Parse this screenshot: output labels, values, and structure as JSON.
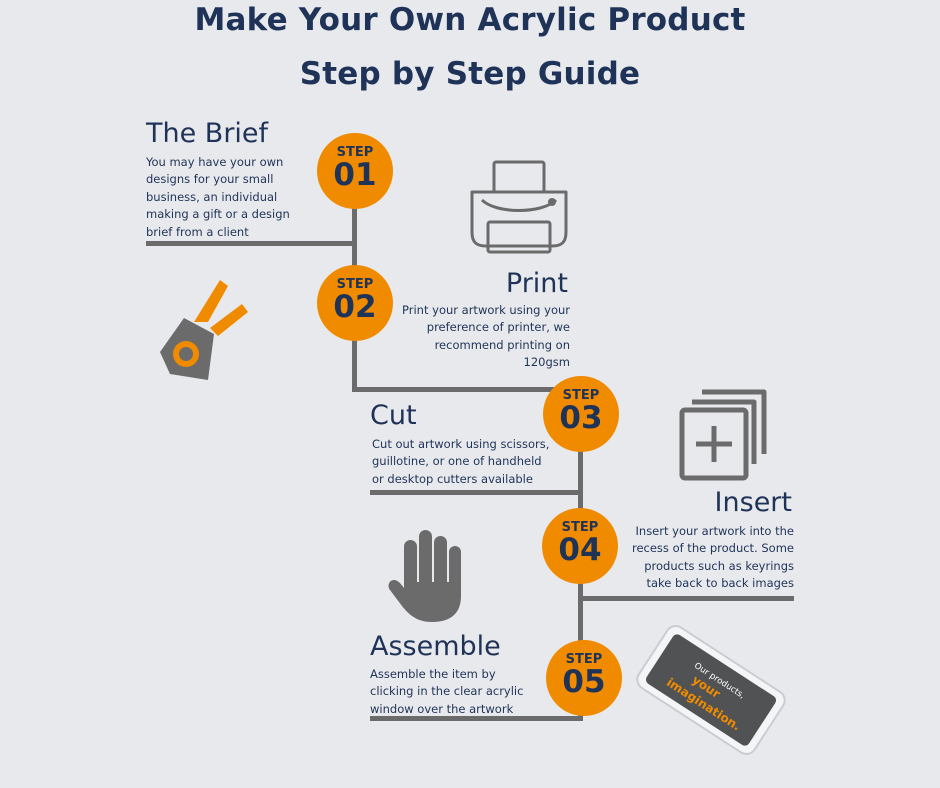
{
  "title_line1": "Make Your Own Acrylic Product",
  "title_line2": "Step by Step Guide",
  "colors": {
    "background": "#e8e9ec",
    "navy": "#1f3358",
    "orange": "#f08b00",
    "line": "#6b6b6b"
  },
  "steps": [
    {
      "label": "STEP",
      "number": "01",
      "heading": "The Brief",
      "description": "You may have your own designs for your small business, an individual making a gift or a design brief from a client",
      "icon": "cutter-icon"
    },
    {
      "label": "STEP",
      "number": "02",
      "heading": "Print",
      "description": "Print your artwork using your preference of printer, we recommend printing on 120gsm",
      "icon": "printer-icon"
    },
    {
      "label": "STEP",
      "number": "03",
      "heading": "Cut",
      "description": "Cut out artwork using scissors, guillotine, or one of handheld or desktop cutters available",
      "icon": "add-box-icon"
    },
    {
      "label": "STEP",
      "number": "04",
      "heading": "Insert",
      "description": "Insert your artwork into the recess of the product. Some products such as keyrings take back to back images",
      "icon": "hand-icon"
    },
    {
      "label": "STEP",
      "number": "05",
      "heading": "Assemble",
      "description": "Assemble the item by clicking in the clear acrylic window over the artwork",
      "icon": "acrylic-product-icon"
    }
  ],
  "product_image": {
    "line1": "Our products,",
    "line2": "your",
    "line3": "imagination."
  }
}
